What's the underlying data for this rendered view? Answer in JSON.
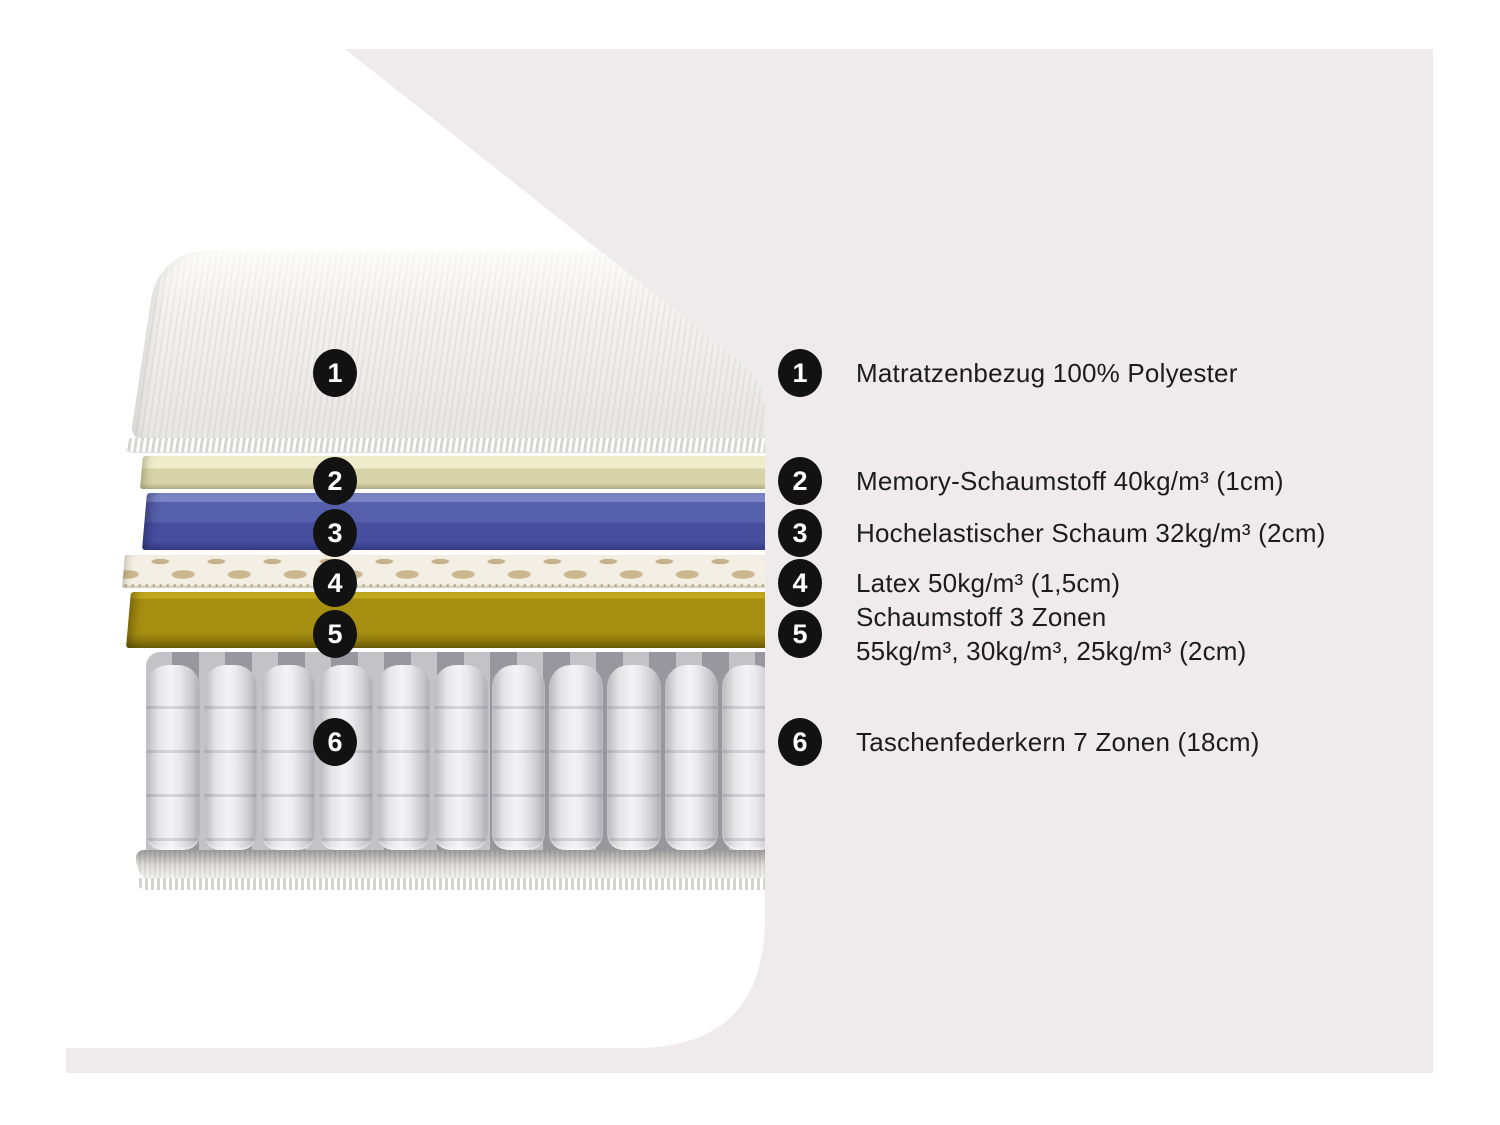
{
  "panel": {
    "bg": "#efebec",
    "page_bg": "#ffffff"
  },
  "legend": {
    "items": [
      {
        "number": "1",
        "line1": "Matratzenbezug 100% Polyester",
        "line2": ""
      },
      {
        "number": "2",
        "line1": "Memory-Schaumstoff 40kg/m³ (1cm)",
        "line2": ""
      },
      {
        "number": "3",
        "line1": "Hochelastischer Schaum 32kg/m³ (2cm)",
        "line2": ""
      },
      {
        "number": "4",
        "line1": "Latex 50kg/m³ (1,5cm)",
        "line2": ""
      },
      {
        "number": "5",
        "line1": "Schaumstoff 3 Zonen",
        "line2": "55kg/m³, 30kg/m³, 25kg/m³ (2cm)"
      },
      {
        "number": "6",
        "line1": "Taschenfederkern 7 Zonen (18cm)",
        "line2": ""
      }
    ]
  },
  "diagram": {
    "markers": [
      {
        "number": "1",
        "layer": "mattress-cover"
      },
      {
        "number": "2",
        "layer": "memory-foam"
      },
      {
        "number": "3",
        "layer": "high-elastic-foam"
      },
      {
        "number": "4",
        "layer": "latex"
      },
      {
        "number": "5",
        "layer": "zoned-foam"
      },
      {
        "number": "6",
        "layer": "pocket-springs"
      }
    ],
    "colors": {
      "marker_bg": "#121212",
      "marker_text": "#ffffff",
      "cover": "#f2f1ef",
      "memory_foam": "#d7d3a9",
      "high_elastic_foam": "#565fab",
      "latex": "#f3efe4",
      "zoned_foam": "#a78f11",
      "pocket_springs": "#e6e6e9"
    }
  }
}
